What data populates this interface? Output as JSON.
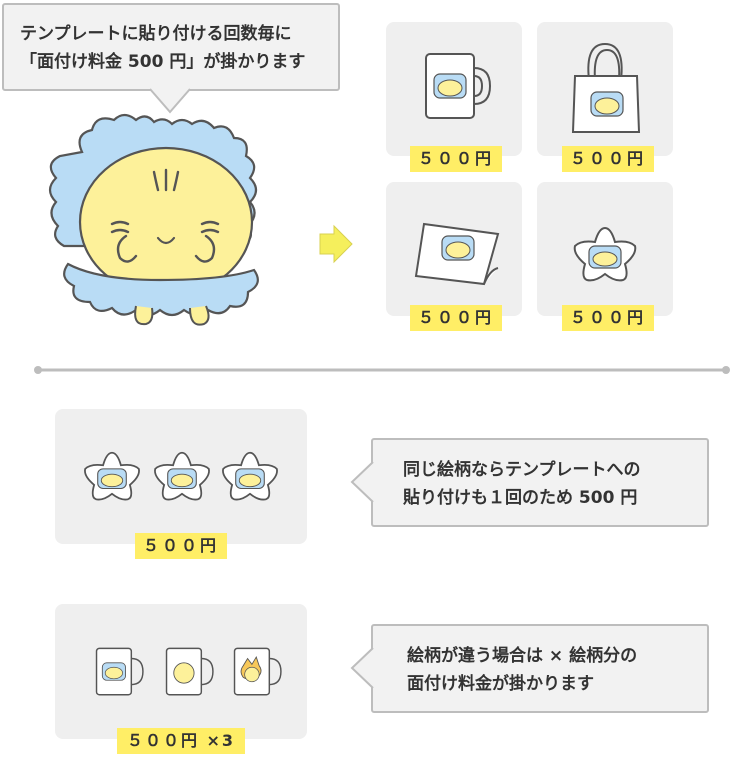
{
  "top_bubble": {
    "line1": "テンプレートに貼り付ける回数毎に",
    "line2": "「面付け料金 500 円」が掛かります"
  },
  "products": [
    {
      "price": "５００円",
      "item": "mug"
    },
    {
      "price": "５００円",
      "item": "tote-bag"
    },
    {
      "price": "５００円",
      "item": "sticker-sheet"
    },
    {
      "price": "５００円",
      "item": "star-sticker"
    }
  ],
  "example_same": {
    "price": "５００円",
    "note_line1": "同じ絵柄ならテンプレートへの",
    "note_line2": "貼り付けも１回のため 500 円"
  },
  "example_different": {
    "price": "５００円 ×3",
    "note_line1": "絵柄が違う場合は × 絵柄分の",
    "note_line2": "面付け料金が掛かります"
  },
  "colors": {
    "price_tag": "#ffee66",
    "card_bg": "#efefef",
    "bubble_border": "#bdbdbd",
    "arrow": "#f5ef5c",
    "character_blue": "#b9dcf5",
    "character_yellow": "#fdf19a"
  }
}
